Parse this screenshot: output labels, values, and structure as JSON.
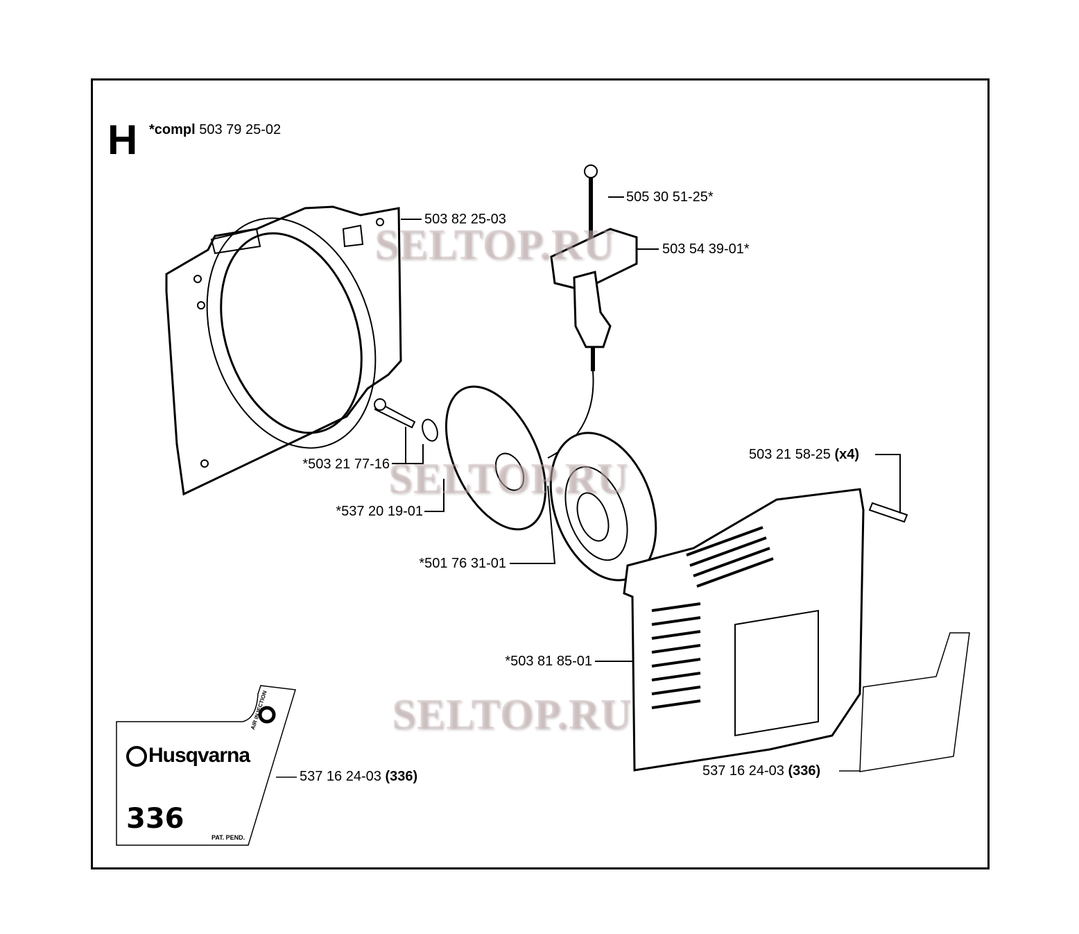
{
  "section": {
    "letter": "H",
    "compl_prefix": "*compl",
    "compl_number": "503 79 25-02"
  },
  "parts": [
    {
      "id": "starter-housing",
      "number": "503 82 25-03"
    },
    {
      "id": "starter-cord",
      "number": "505 30 51-25*"
    },
    {
      "id": "starter-handle",
      "number": "503 54 39-01*"
    },
    {
      "id": "screw-washer",
      "number": "*503 21 77-16"
    },
    {
      "id": "pulley",
      "number": "*537 20 19-01"
    },
    {
      "id": "recoil-spring",
      "number": "*501 76 31-01"
    },
    {
      "id": "screw",
      "number": "503 21 58-25",
      "qty": "(x4)"
    },
    {
      "id": "starter-cover",
      "number": "*503 81 85-01"
    },
    {
      "id": "decal-left",
      "number": "537 16 24-03",
      "model": "(336)"
    },
    {
      "id": "decal-right",
      "number": "537 16 24-03",
      "model": "(336)"
    }
  ],
  "decal": {
    "brand": "Husqvarna",
    "model": "336",
    "feature": "AIR INJECTION",
    "patent": "PAT. PEND."
  },
  "watermark": "SELTOP.RU"
}
